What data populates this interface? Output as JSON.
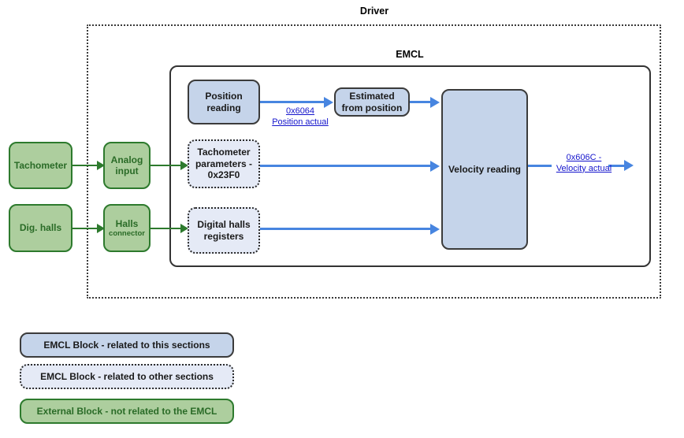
{
  "diagram": {
    "title": "Driver / EMCL velocity reading signal flow",
    "containers": {
      "driver_label": "Driver",
      "emcl_label": "EMCL"
    },
    "nodes": {
      "tachometer": {
        "label": "Tachometer",
        "type": "external"
      },
      "dig_halls": {
        "label": "Dig. halls",
        "type": "external"
      },
      "analog_input": {
        "label": "Analog input",
        "type": "external"
      },
      "halls_connector": {
        "label_main": "Halls",
        "label_sub": "connector",
        "type": "external"
      },
      "position_reading": {
        "label": "Position reading",
        "type": "emcl-this-section"
      },
      "tachometer_parameters": {
        "label": "Tachometer parameters - 0x23F0",
        "type": "emcl-other-section"
      },
      "digital_halls_registers": {
        "label": "Digital halls registers",
        "type": "emcl-other-section"
      },
      "estimated_from_position": {
        "label": "Estimated from position",
        "type": "emcl-this-section"
      },
      "velocity_reading": {
        "label": "Velocity reading",
        "type": "emcl-this-section"
      }
    },
    "edge_labels": {
      "position_actual": "0x6064 Position actual",
      "position_actual_line1": "0x6064",
      "position_actual_line2": "Position actual",
      "velocity_actual": "0x606C - Velocity actual",
      "velocity_actual_line1": "0x606C -",
      "velocity_actual_line2": "Velocity actual"
    },
    "legend": [
      {
        "label": "EMCL Block - related to this sections",
        "style": "emcl-this-section"
      },
      {
        "label": "EMCL Block - related to other sections",
        "style": "emcl-other-section"
      },
      {
        "label": "External Block - not related to the EMCL",
        "style": "external"
      }
    ],
    "colors": {
      "emcl_this_fill": "#c5d4ea",
      "emcl_this_border": "#3b3b3b",
      "emcl_other_fill": "#e5eaf6",
      "emcl_other_border": "#2b2b2b",
      "external_fill": "#adce9e",
      "external_border": "#2d7a2d",
      "external_text": "#2a6b27",
      "green_connector": "#2d7a2d",
      "blue_connector": "#4785e0",
      "link_text": "#1414cc",
      "container_border": "#333333",
      "background": "#ffffff"
    }
  }
}
